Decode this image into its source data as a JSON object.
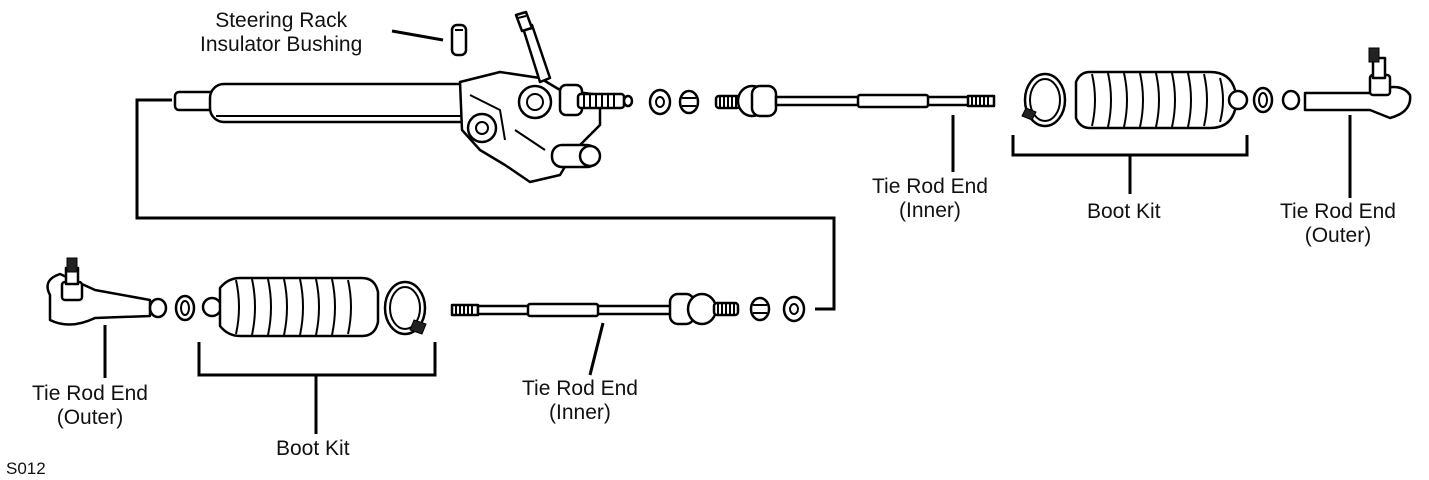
{
  "labels": {
    "bushing_line1": "Steering Rack",
    "bushing_line2": "Insulator Bushing",
    "inner_top_line1": "Tie Rod End",
    "inner_top_line2": "(Inner)",
    "boot_top": "Boot Kit",
    "outer_top_line1": "Tie Rod End",
    "outer_top_line2": "(Outer)",
    "outer_bottom_line1": "Tie Rod End",
    "outer_bottom_line2": "(Outer)",
    "boot_bottom": "Boot Kit",
    "inner_bottom_line1": "Tie Rod End",
    "inner_bottom_line2": "(Inner)",
    "figure_code": "S012"
  }
}
